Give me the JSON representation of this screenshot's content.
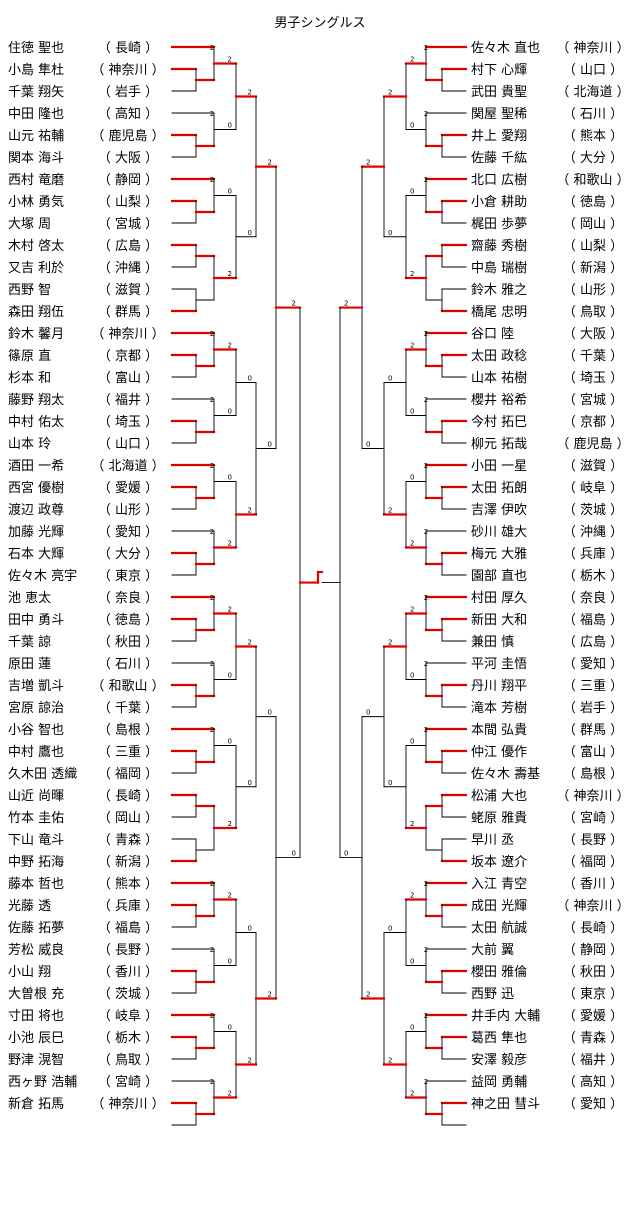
{
  "title": "男子シングルス",
  "left_players": [
    {
      "name": "住徳 聖也",
      "pref": "長崎"
    },
    {
      "name": "小島 隼杜",
      "pref": "神奈川"
    },
    {
      "name": "千葉 翔矢",
      "pref": "岩手"
    },
    {
      "name": "中田 隆也",
      "pref": "高知"
    },
    {
      "name": "山元 祐輔",
      "pref": "鹿児島"
    },
    {
      "name": "関本 海斗",
      "pref": "大阪"
    },
    {
      "name": "西村 竜磨",
      "pref": "静岡"
    },
    {
      "name": "小林 勇気",
      "pref": "山梨"
    },
    {
      "name": "大塚 周",
      "pref": "宮城"
    },
    {
      "name": "木村 啓太",
      "pref": "広島"
    },
    {
      "name": "又吉 利於",
      "pref": "沖縄"
    },
    {
      "name": "西野 智",
      "pref": "滋賀"
    },
    {
      "name": "森田 翔伍",
      "pref": "群馬"
    },
    {
      "name": "鈴木 馨月",
      "pref": "神奈川"
    },
    {
      "name": "篠原 直",
      "pref": "京都"
    },
    {
      "name": "杉本 和",
      "pref": "富山"
    },
    {
      "name": "藤野 翔太",
      "pref": "福井"
    },
    {
      "name": "中村 佑太",
      "pref": "埼玉"
    },
    {
      "name": "山本 玲",
      "pref": "山口"
    },
    {
      "name": "酒田 一希",
      "pref": "北海道"
    },
    {
      "name": "西宮 優樹",
      "pref": "愛媛"
    },
    {
      "name": "渡辺 政尊",
      "pref": "山形"
    },
    {
      "name": "加藤 光輝",
      "pref": "愛知"
    },
    {
      "name": "石本 大輝",
      "pref": "大分"
    },
    {
      "name": "佐々木 亮宇",
      "pref": "東京"
    },
    {
      "name": "池 恵太",
      "pref": "奈良"
    },
    {
      "name": "田中 勇斗",
      "pref": "徳島"
    },
    {
      "name": "千葉 諒",
      "pref": "秋田"
    },
    {
      "name": "原田 蓮",
      "pref": "石川"
    },
    {
      "name": "吉増 凱斗",
      "pref": "和歌山"
    },
    {
      "name": "宮原 諒治",
      "pref": "千葉"
    },
    {
      "name": "小谷 智也",
      "pref": "島根"
    },
    {
      "name": "中村 鷹也",
      "pref": "三重"
    },
    {
      "name": "久木田 透織",
      "pref": "福岡"
    },
    {
      "name": "山近 尚暉",
      "pref": "長崎"
    },
    {
      "name": "竹本 圭佑",
      "pref": "岡山"
    },
    {
      "name": "下山 竜斗",
      "pref": "青森"
    },
    {
      "name": "中野 拓海",
      "pref": "新潟"
    },
    {
      "name": "藤本 哲也",
      "pref": "熊本"
    },
    {
      "name": "光藤 透",
      "pref": "兵庫"
    },
    {
      "name": "佐藤 拓夢",
      "pref": "福島"
    },
    {
      "name": "芳松 威良",
      "pref": "長野"
    },
    {
      "name": "小山 翔",
      "pref": "香川"
    },
    {
      "name": "大曽根 充",
      "pref": "茨城"
    },
    {
      "name": "寸田 将也",
      "pref": "岐阜"
    },
    {
      "name": "小池 辰巳",
      "pref": "栃木"
    },
    {
      "name": "野津 滉智",
      "pref": "鳥取"
    },
    {
      "name": "西ヶ野 浩輔",
      "pref": "宮崎"
    },
    {
      "name": "新倉 拓馬",
      "pref": "神奈川"
    }
  ],
  "right_players": [
    {
      "name": "佐々木 直也",
      "pref": "神奈川"
    },
    {
      "name": "村下 心輝",
      "pref": "山口"
    },
    {
      "name": "武田 貴聖",
      "pref": "北海道"
    },
    {
      "name": "関屋 聖稀",
      "pref": "石川"
    },
    {
      "name": "井上 愛翔",
      "pref": "熊本"
    },
    {
      "name": "佐藤 千紘",
      "pref": "大分"
    },
    {
      "name": "北口 広樹",
      "pref": "和歌山"
    },
    {
      "name": "小倉 耕助",
      "pref": "徳島"
    },
    {
      "name": "梶田 歩夢",
      "pref": "岡山"
    },
    {
      "name": "齋藤 秀樹",
      "pref": "山梨"
    },
    {
      "name": "中島 瑞樹",
      "pref": "新潟"
    },
    {
      "name": "鈴木 雅之",
      "pref": "山形"
    },
    {
      "name": "橋尾 忠明",
      "pref": "鳥取"
    },
    {
      "name": "谷口 陸",
      "pref": "大阪"
    },
    {
      "name": "太田 政稔",
      "pref": "千葉"
    },
    {
      "name": "山本 祐樹",
      "pref": "埼玉"
    },
    {
      "name": "櫻井 裕希",
      "pref": "宮城"
    },
    {
      "name": "今村 拓巳",
      "pref": "京都"
    },
    {
      "name": "柳元 拓哉",
      "pref": "鹿児島"
    },
    {
      "name": "小田 一星",
      "pref": "滋賀"
    },
    {
      "name": "太田 拓朗",
      "pref": "岐阜"
    },
    {
      "name": "吉澤 伊吹",
      "pref": "茨城"
    },
    {
      "name": "砂川 雄大",
      "pref": "沖縄"
    },
    {
      "name": "梅元 大雅",
      "pref": "兵庫"
    },
    {
      "name": "園部 直也",
      "pref": "栃木"
    },
    {
      "name": "村田 厚久",
      "pref": "奈良"
    },
    {
      "name": "新田 大和",
      "pref": "福島"
    },
    {
      "name": "兼田 慎",
      "pref": "広島"
    },
    {
      "name": "平河 圭悟",
      "pref": "愛知"
    },
    {
      "name": "丹川 翔平",
      "pref": "三重"
    },
    {
      "name": "滝本 芳樹",
      "pref": "岩手"
    },
    {
      "name": "本間 弘貴",
      "pref": "群馬"
    },
    {
      "name": "仲江 優作",
      "pref": "富山"
    },
    {
      "name": "佐々木 壽基",
      "pref": "島根"
    },
    {
      "name": "松浦 大也",
      "pref": "神奈川"
    },
    {
      "name": "蛯原 雅貴",
      "pref": "宮崎"
    },
    {
      "name": "早川 丞",
      "pref": "長野"
    },
    {
      "name": "坂本 遼介",
      "pref": "福岡"
    },
    {
      "name": "入江 青空",
      "pref": "香川"
    },
    {
      "name": "成田 光輝",
      "pref": "神奈川"
    },
    {
      "name": "太田 航誠",
      "pref": "長崎"
    },
    {
      "name": "大前 翼",
      "pref": "静岡"
    },
    {
      "name": "櫻田 雅倫",
      "pref": "秋田"
    },
    {
      "name": "西野 迅",
      "pref": "東京"
    },
    {
      "name": "井手内 大輔",
      "pref": "愛媛"
    },
    {
      "name": "葛西 隼也",
      "pref": "青森"
    },
    {
      "name": "安澤 毅彦",
      "pref": "福井"
    },
    {
      "name": "益岡 勇輔",
      "pref": "高知"
    },
    {
      "name": "神之田 彗斗",
      "pref": "愛知"
    }
  ],
  "colors": {
    "winner": "#e00000",
    "loser": "#000000",
    "text": "#000000"
  }
}
